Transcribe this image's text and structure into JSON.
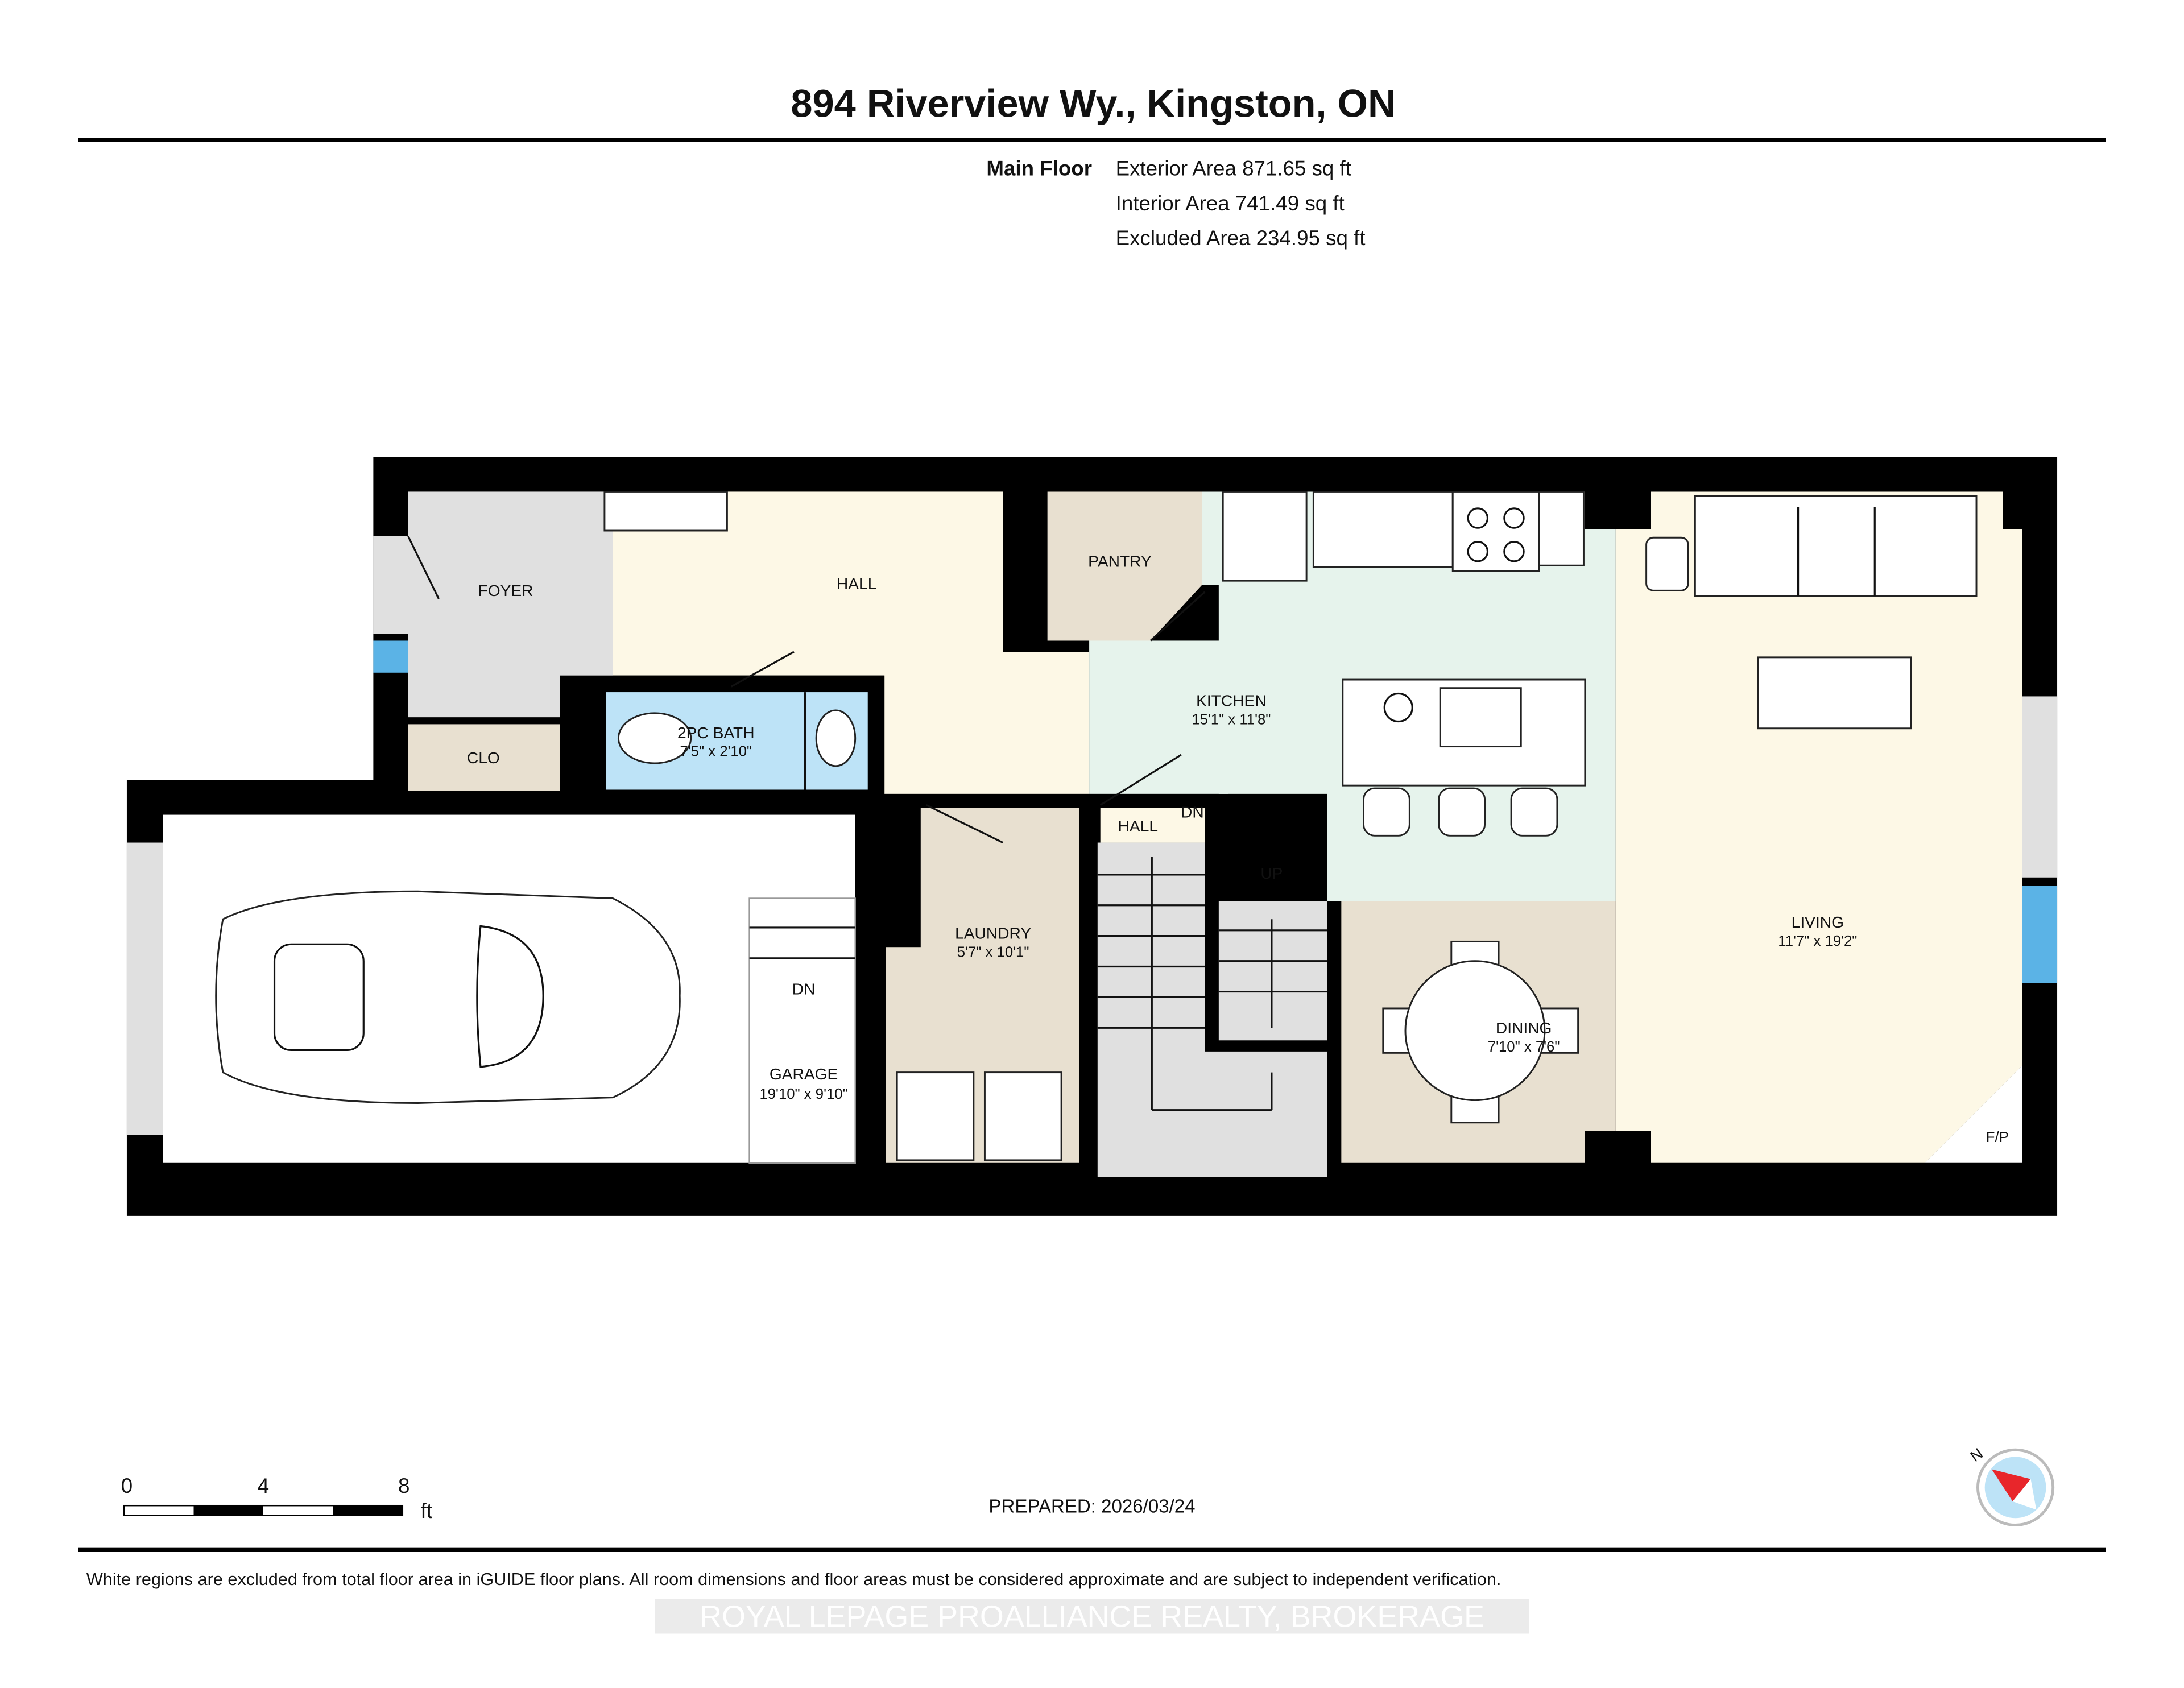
{
  "header": {
    "title": "894 Riverview Wy., Kingston, ON",
    "floor_label": "Main Floor",
    "areas": [
      "Exterior Area 871.65 sq ft",
      "Interior Area 741.49 sq ft",
      "Excluded Area 234.95 sq ft"
    ]
  },
  "rooms": {
    "foyer": {
      "name": "FOYER"
    },
    "hall": {
      "name": "HALL"
    },
    "pantry": {
      "name": "PANTRY"
    },
    "kitchen": {
      "name": "KITCHEN",
      "dims": "15'1\" x 11'8\""
    },
    "bath": {
      "name": "2PC BATH",
      "dims": "7'5\" x 2'10\""
    },
    "clo": {
      "name": "CLO"
    },
    "small_hall": {
      "name": "HALL"
    },
    "laundry": {
      "name": "LAUNDRY",
      "dims": "5'7\" x 10'1\""
    },
    "garage": {
      "name": "GARAGE",
      "dims": "19'10\" x 9'10\""
    },
    "dining": {
      "name": "DINING",
      "dims": "7'10\" x 7'6\""
    },
    "living": {
      "name": "LIVING",
      "dims": "11'7\" x 19'2\""
    },
    "fireplace": {
      "name": "F/P"
    }
  },
  "stair_labels": {
    "up": "UP",
    "dn_hall": "DN",
    "dn_garage": "DN"
  },
  "scale_bar": {
    "ticks": [
      "0",
      "4",
      "8"
    ],
    "unit": "ft"
  },
  "prepared": "PREPARED: 2026/03/24",
  "compass": {
    "label": "N",
    "needle_color": "#e8262b",
    "face_color": "#bde3f7"
  },
  "footer": {
    "disclaimer": "White regions are excluded from total floor area in iGUIDE floor plans. All room dimensions and floor areas must be considered approximate and are subject to independent verification.",
    "watermark": "ROYAL LEPAGE PROALLIANCE REALTY, BROKERAGE"
  },
  "colors": {
    "wall": "#000000",
    "cream": "#fdf8e6",
    "mint": "#e6f3ec",
    "beige": "#e8e0d0",
    "gray": "#e0e0e0",
    "blue": "#bde3f7"
  }
}
